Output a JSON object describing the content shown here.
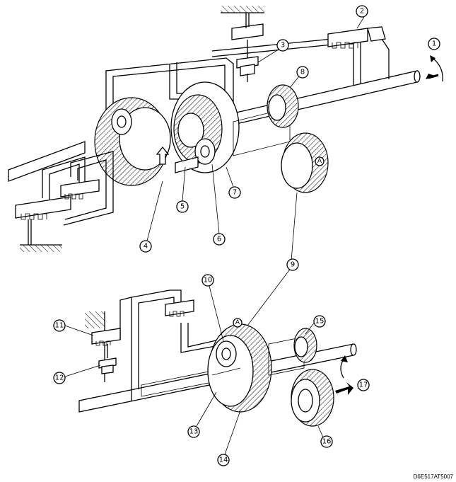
{
  "figure_code": "D6E517AT5007",
  "callouts": [
    "1",
    "2",
    "3",
    "4",
    "5",
    "6",
    "7",
    "8",
    "9",
    "10",
    "11",
    "12",
    "13",
    "14",
    "15",
    "16",
    "17"
  ],
  "gear_mark": "A"
}
